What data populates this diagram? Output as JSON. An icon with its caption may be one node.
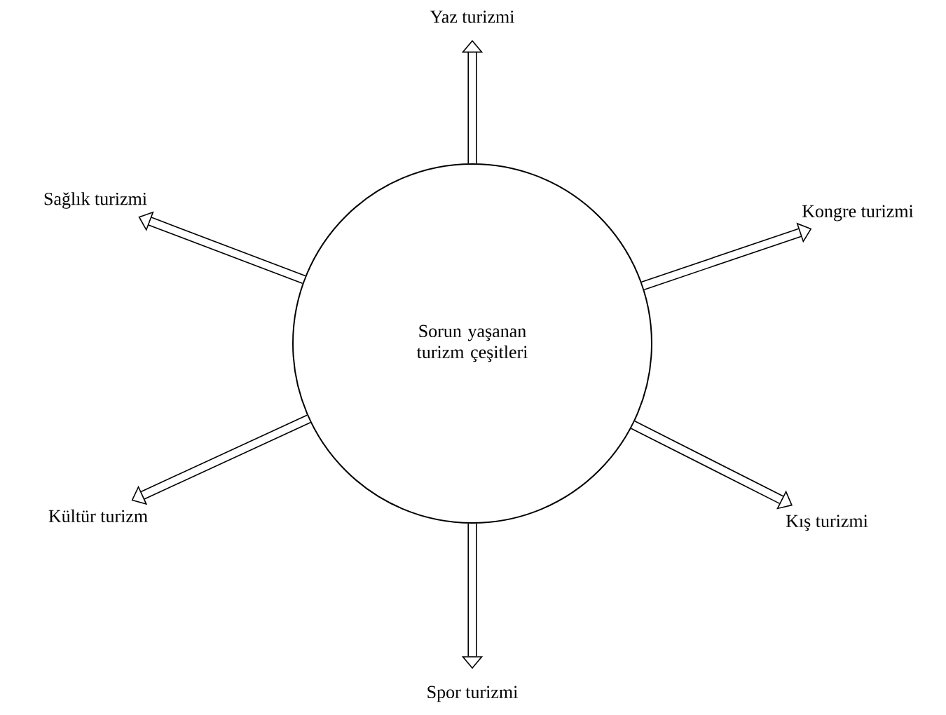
{
  "diagram": {
    "nodes": [
      {
        "text": [
          "Sorun yaşanan turizm çeşitleri"
        ]
      },
      {
        "text": [
          "Yaz turizmi"
        ]
      },
      {
        "text": [
          "Sağlık turizmi"
        ]
      },
      {
        "text": [
          "Kongre turizmi"
        ]
      },
      {
        "text": [
          "Kültür turizm"
        ]
      },
      {
        "text": [
          "Kış turizmi"
        ]
      },
      {
        "text": [
          "Spor turizmi"
        ]
      }
    ],
    "edges": [
      {
        "from": 0,
        "to": 1,
        "arrow": "to"
      },
      {
        "from": 0,
        "to": 2,
        "arrow": "to"
      },
      {
        "from": 0,
        "to": 3,
        "arrow": "to"
      },
      {
        "from": 0,
        "to": 4,
        "arrow": "to"
      },
      {
        "from": 0,
        "to": 5,
        "arrow": "to"
      },
      {
        "from": 0,
        "to": 6,
        "arrow": "to"
      }
    ]
  }
}
